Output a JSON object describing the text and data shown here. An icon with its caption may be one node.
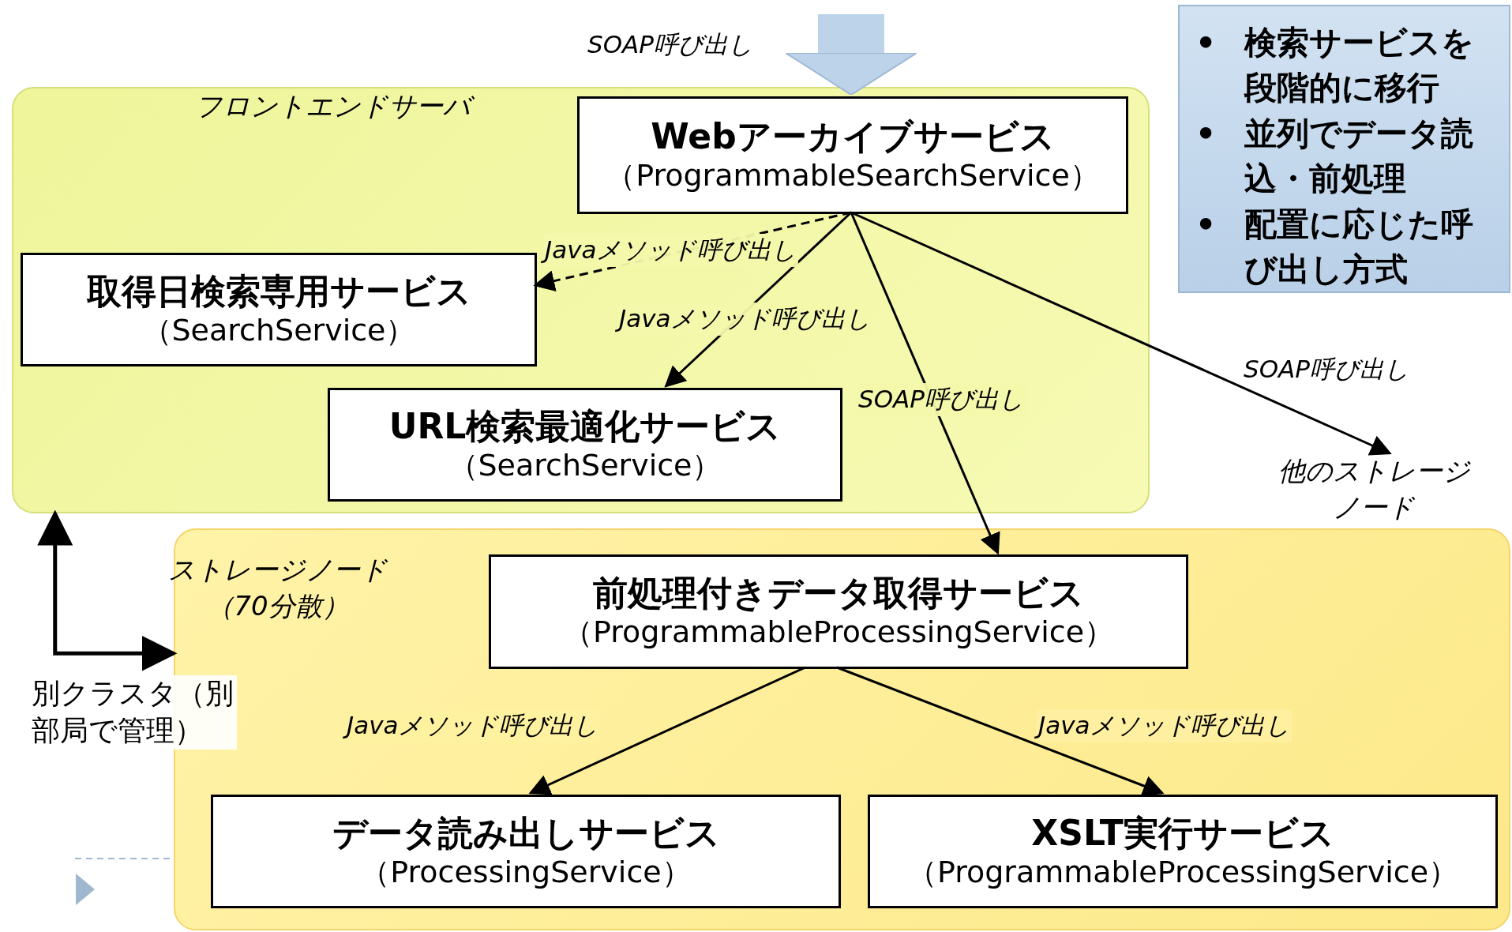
{
  "diagram": {
    "nodes": [
      {
        "text": [
          "フロントエンドサーバ"
        ]
      },
      {
        "text": [
          "Webアーカイブサービス",
          "（ProgrammableSearchService）"
        ],
        "in": 0
      },
      {
        "text": [
          "取得日検索専用サービス",
          "（SearchService）"
        ],
        "in": 0
      },
      {
        "text": [
          "URL検索最適化サービス",
          "（SearchService）"
        ],
        "in": 0
      },
      {
        "text": [
          "ストレージノード（70分散）"
        ]
      },
      {
        "text": [
          "前処理付きデータ取得サービス",
          "（ProgrammableProcessingService）"
        ],
        "in": 4
      },
      {
        "text": [
          "データ読み出しサービス",
          "（ProcessingService）"
        ],
        "in": 4
      },
      {
        "text": [
          "XSLT実行サービス",
          "（ProgrammableProcessingService）"
        ],
        "in": 4
      },
      {
        "text": [
          "他のストレージノード"
        ]
      },
      {
        "text": [
          "別クラスタ（別部局で管理）"
        ]
      },
      {
        "text": [
          "検索サービスを段階的に移行",
          "並列でデータ読込・前処理",
          "配置に応じた呼び出し方式"
        ]
      }
    ],
    "edges": [
      {
        "from": null,
        "to": 1,
        "arrow": "to",
        "label": "SOAP呼び出し",
        "style": "thick",
        "color": "#bcd3ea"
      },
      {
        "from": 1,
        "to": 2,
        "arrow": "to",
        "label": "Javaメソッド呼び出し",
        "style": "dashed"
      },
      {
        "from": 1,
        "to": 3,
        "arrow": "to",
        "label": "Javaメソッド呼び出し"
      },
      {
        "from": 1,
        "to": 5,
        "arrow": "to",
        "label": "SOAP呼び出し"
      },
      {
        "from": 1,
        "to": 8,
        "arrow": "to",
        "label": "SOAP呼び出し"
      },
      {
        "from": 5,
        "to": 6,
        "arrow": "to",
        "label": "Javaメソッド呼び出し"
      },
      {
        "from": 5,
        "to": 7,
        "arrow": "to",
        "label": "Javaメソッド呼び出し"
      },
      {
        "from": 0,
        "to": 4,
        "arrow": "both"
      }
    ],
    "labels": [
      "•",
      "•",
      "•"
    ]
  }
}
